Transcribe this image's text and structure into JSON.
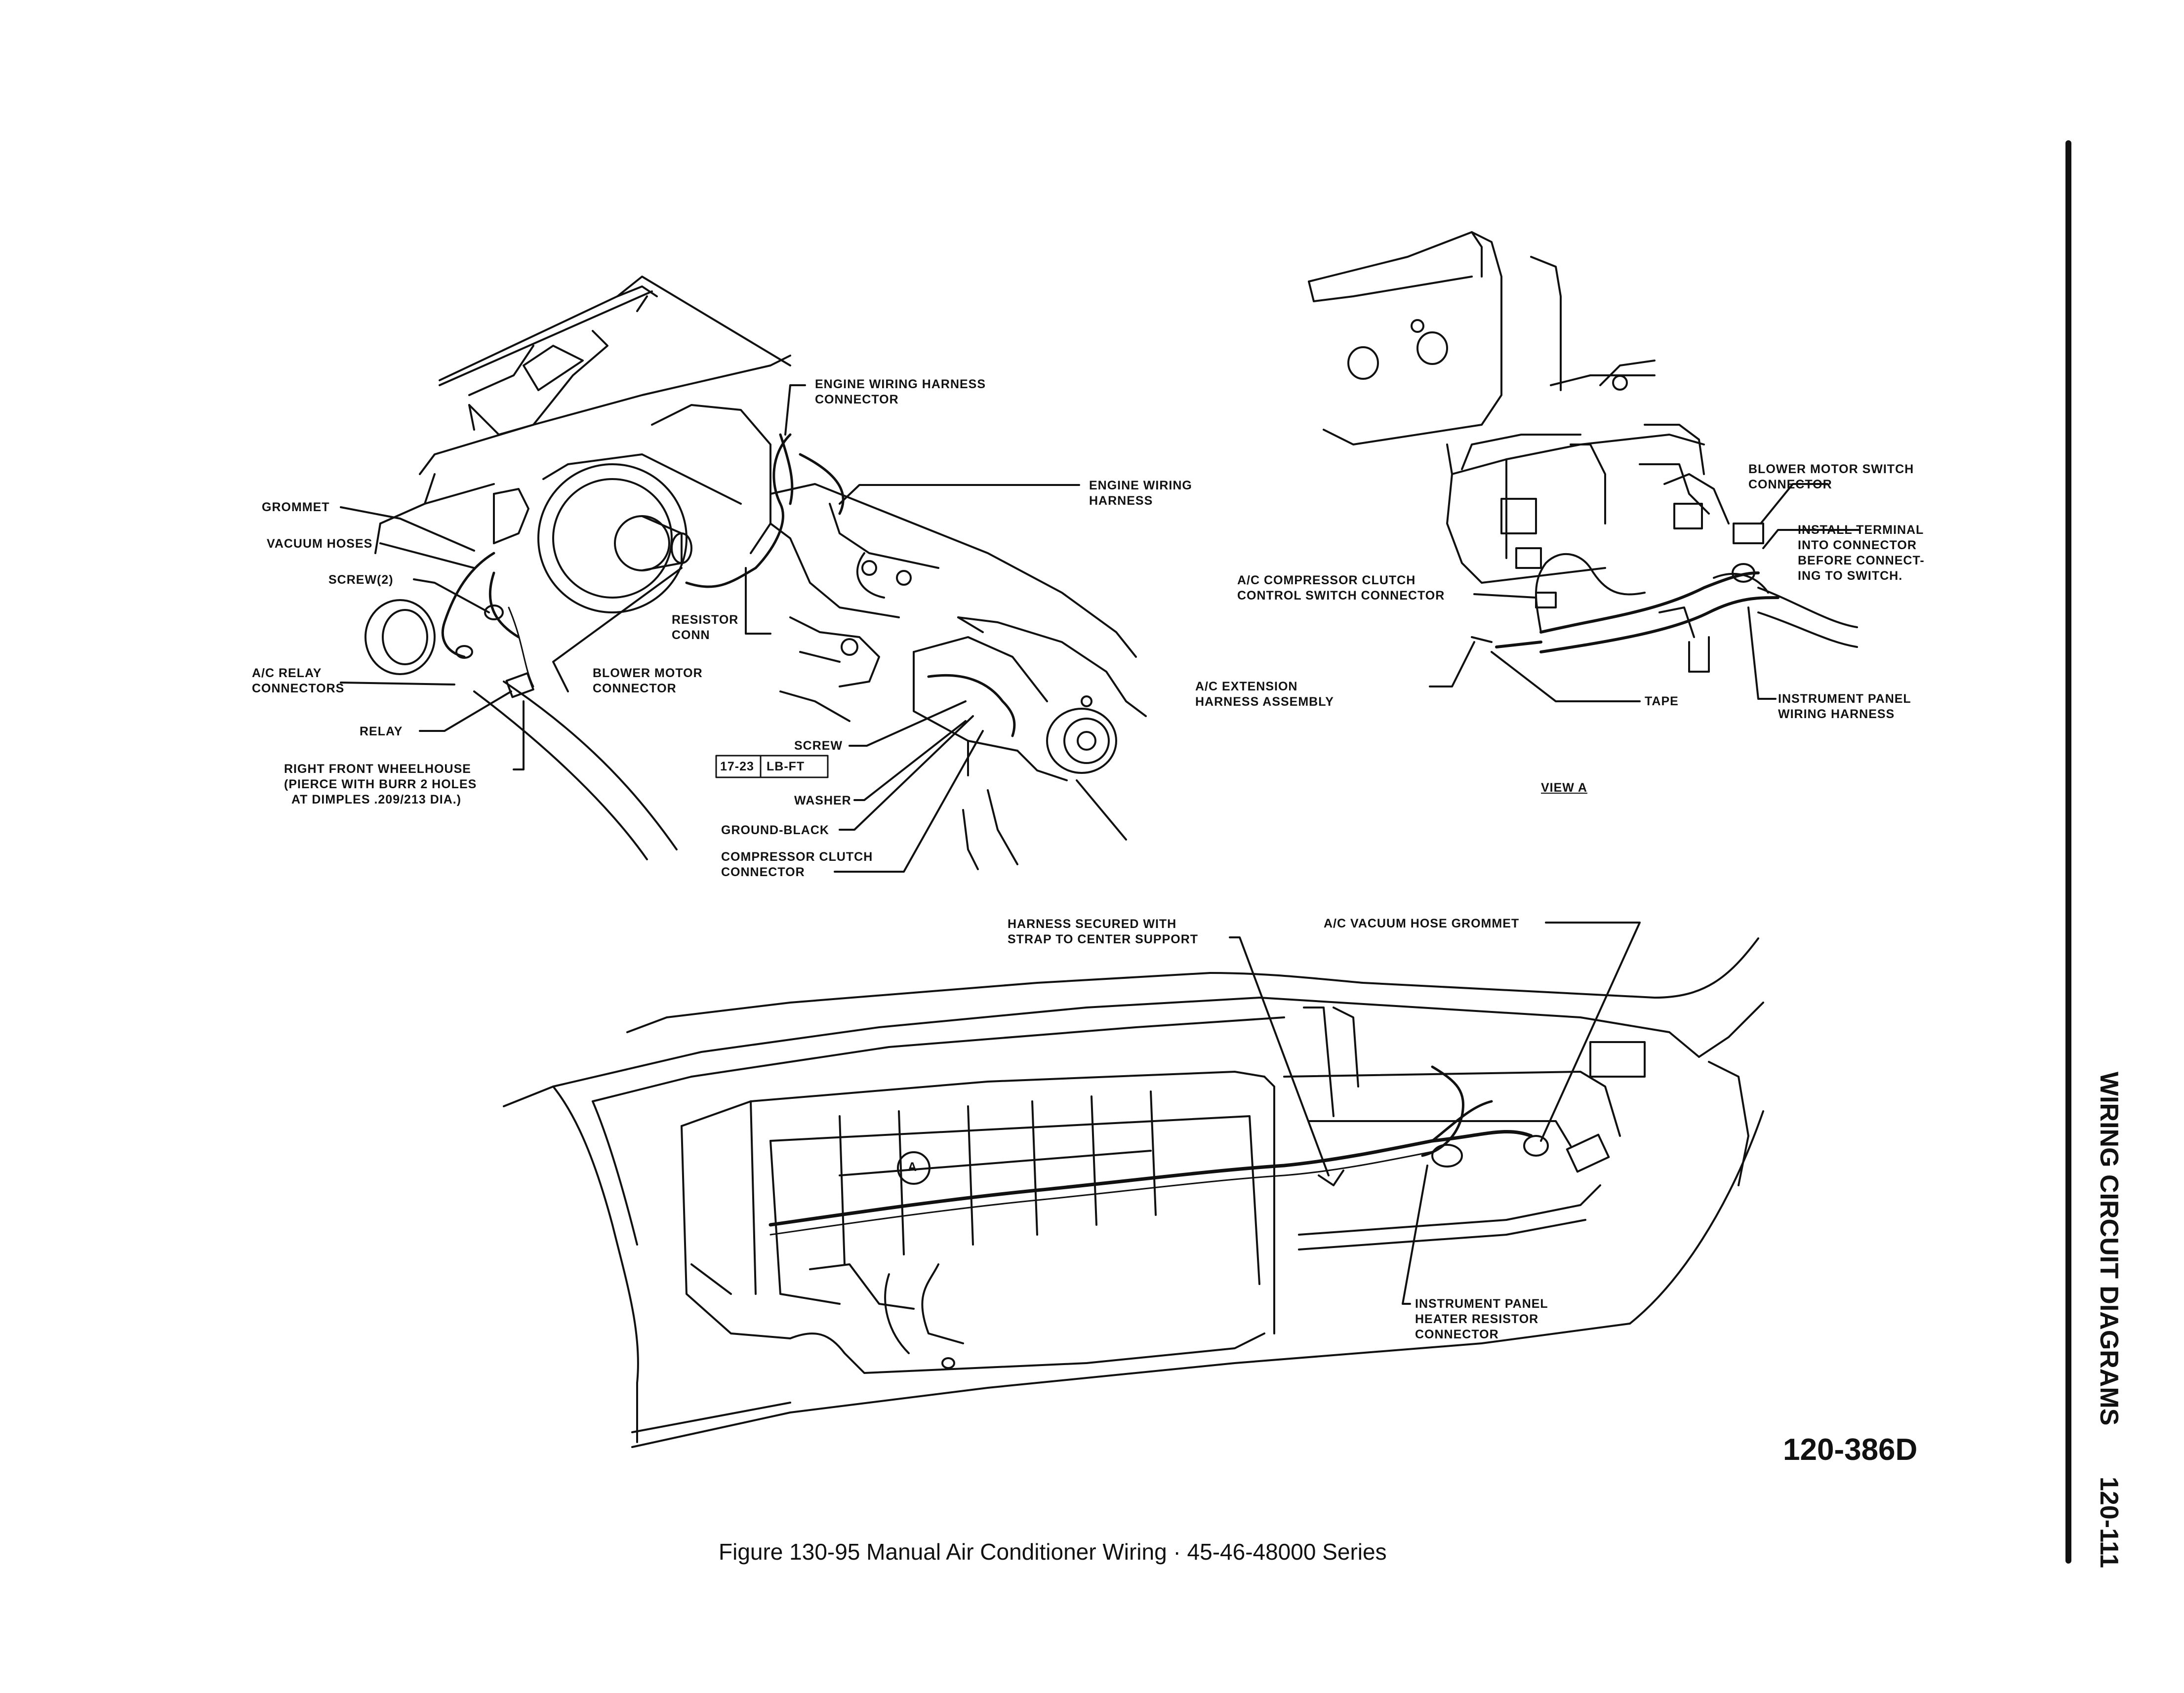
{
  "labels": {
    "engine_wiring_harness_connector": "ENGINE WIRING HARNESS\nCONNECTOR",
    "engine_wiring_harness": "ENGINE WIRING\nHARNESS",
    "grommet": "GROMMET",
    "vacuum_hoses": "VACUUM HOSES",
    "screw_2": "SCREW(2)",
    "resistor_conn": "RESISTOR\nCONN",
    "ac_relay_connectors": "A/C RELAY\nCONNECTORS",
    "blower_motor_connector": "BLOWER MOTOR\nCONNECTOR",
    "relay": "RELAY",
    "screw": "SCREW",
    "torque_value": "17-23",
    "torque_unit": "LB-FT",
    "right_front_wheelhouse": "RIGHT FRONT WHEELHOUSE\n(PIERCE WITH BURR 2 HOLES\n  AT DIMPLES .209/213 DIA.)",
    "washer": "WASHER",
    "ground_black": "GROUND-BLACK",
    "compressor_clutch_connector": "COMPRESSOR CLUTCH\nCONNECTOR",
    "blower_motor_switch_connector": "BLOWER MOTOR SWITCH\nCONNECTOR",
    "install_terminal": "INSTALL TERMINAL\nINTO CONNECTOR\nBEFORE CONNECT-\nING TO SWITCH.",
    "ac_compressor_clutch_control_switch_connector": "A/C COMPRESSOR CLUTCH\nCONTROL SWITCH CONNECTOR",
    "ac_extension_harness_assembly": "A/C EXTENSION\nHARNESS ASSEMBLY",
    "tape": "TAPE",
    "instrument_panel_wiring_harness": "INSTRUMENT PANEL\nWIRING HARNESS",
    "view_a": "VIEW A",
    "harness_secured": "HARNESS SECURED WITH\nSTRAP TO CENTER SUPPORT",
    "ac_vacuum_hose_grommet": "A/C VACUUM HOSE GROMMET",
    "instrument_panel_heater_resistor_connector": "INSTRUMENT PANEL\nHEATER RESISTOR\nCONNECTOR",
    "view_marker": "A"
  },
  "figure_number": "120-386D",
  "caption": "Figure 130-95 Manual Air Conditioner Wiring · 45-46-48000 Series",
  "side_heading": "WIRING CIRCUIT DIAGRAMS",
  "page_number": "120-111"
}
